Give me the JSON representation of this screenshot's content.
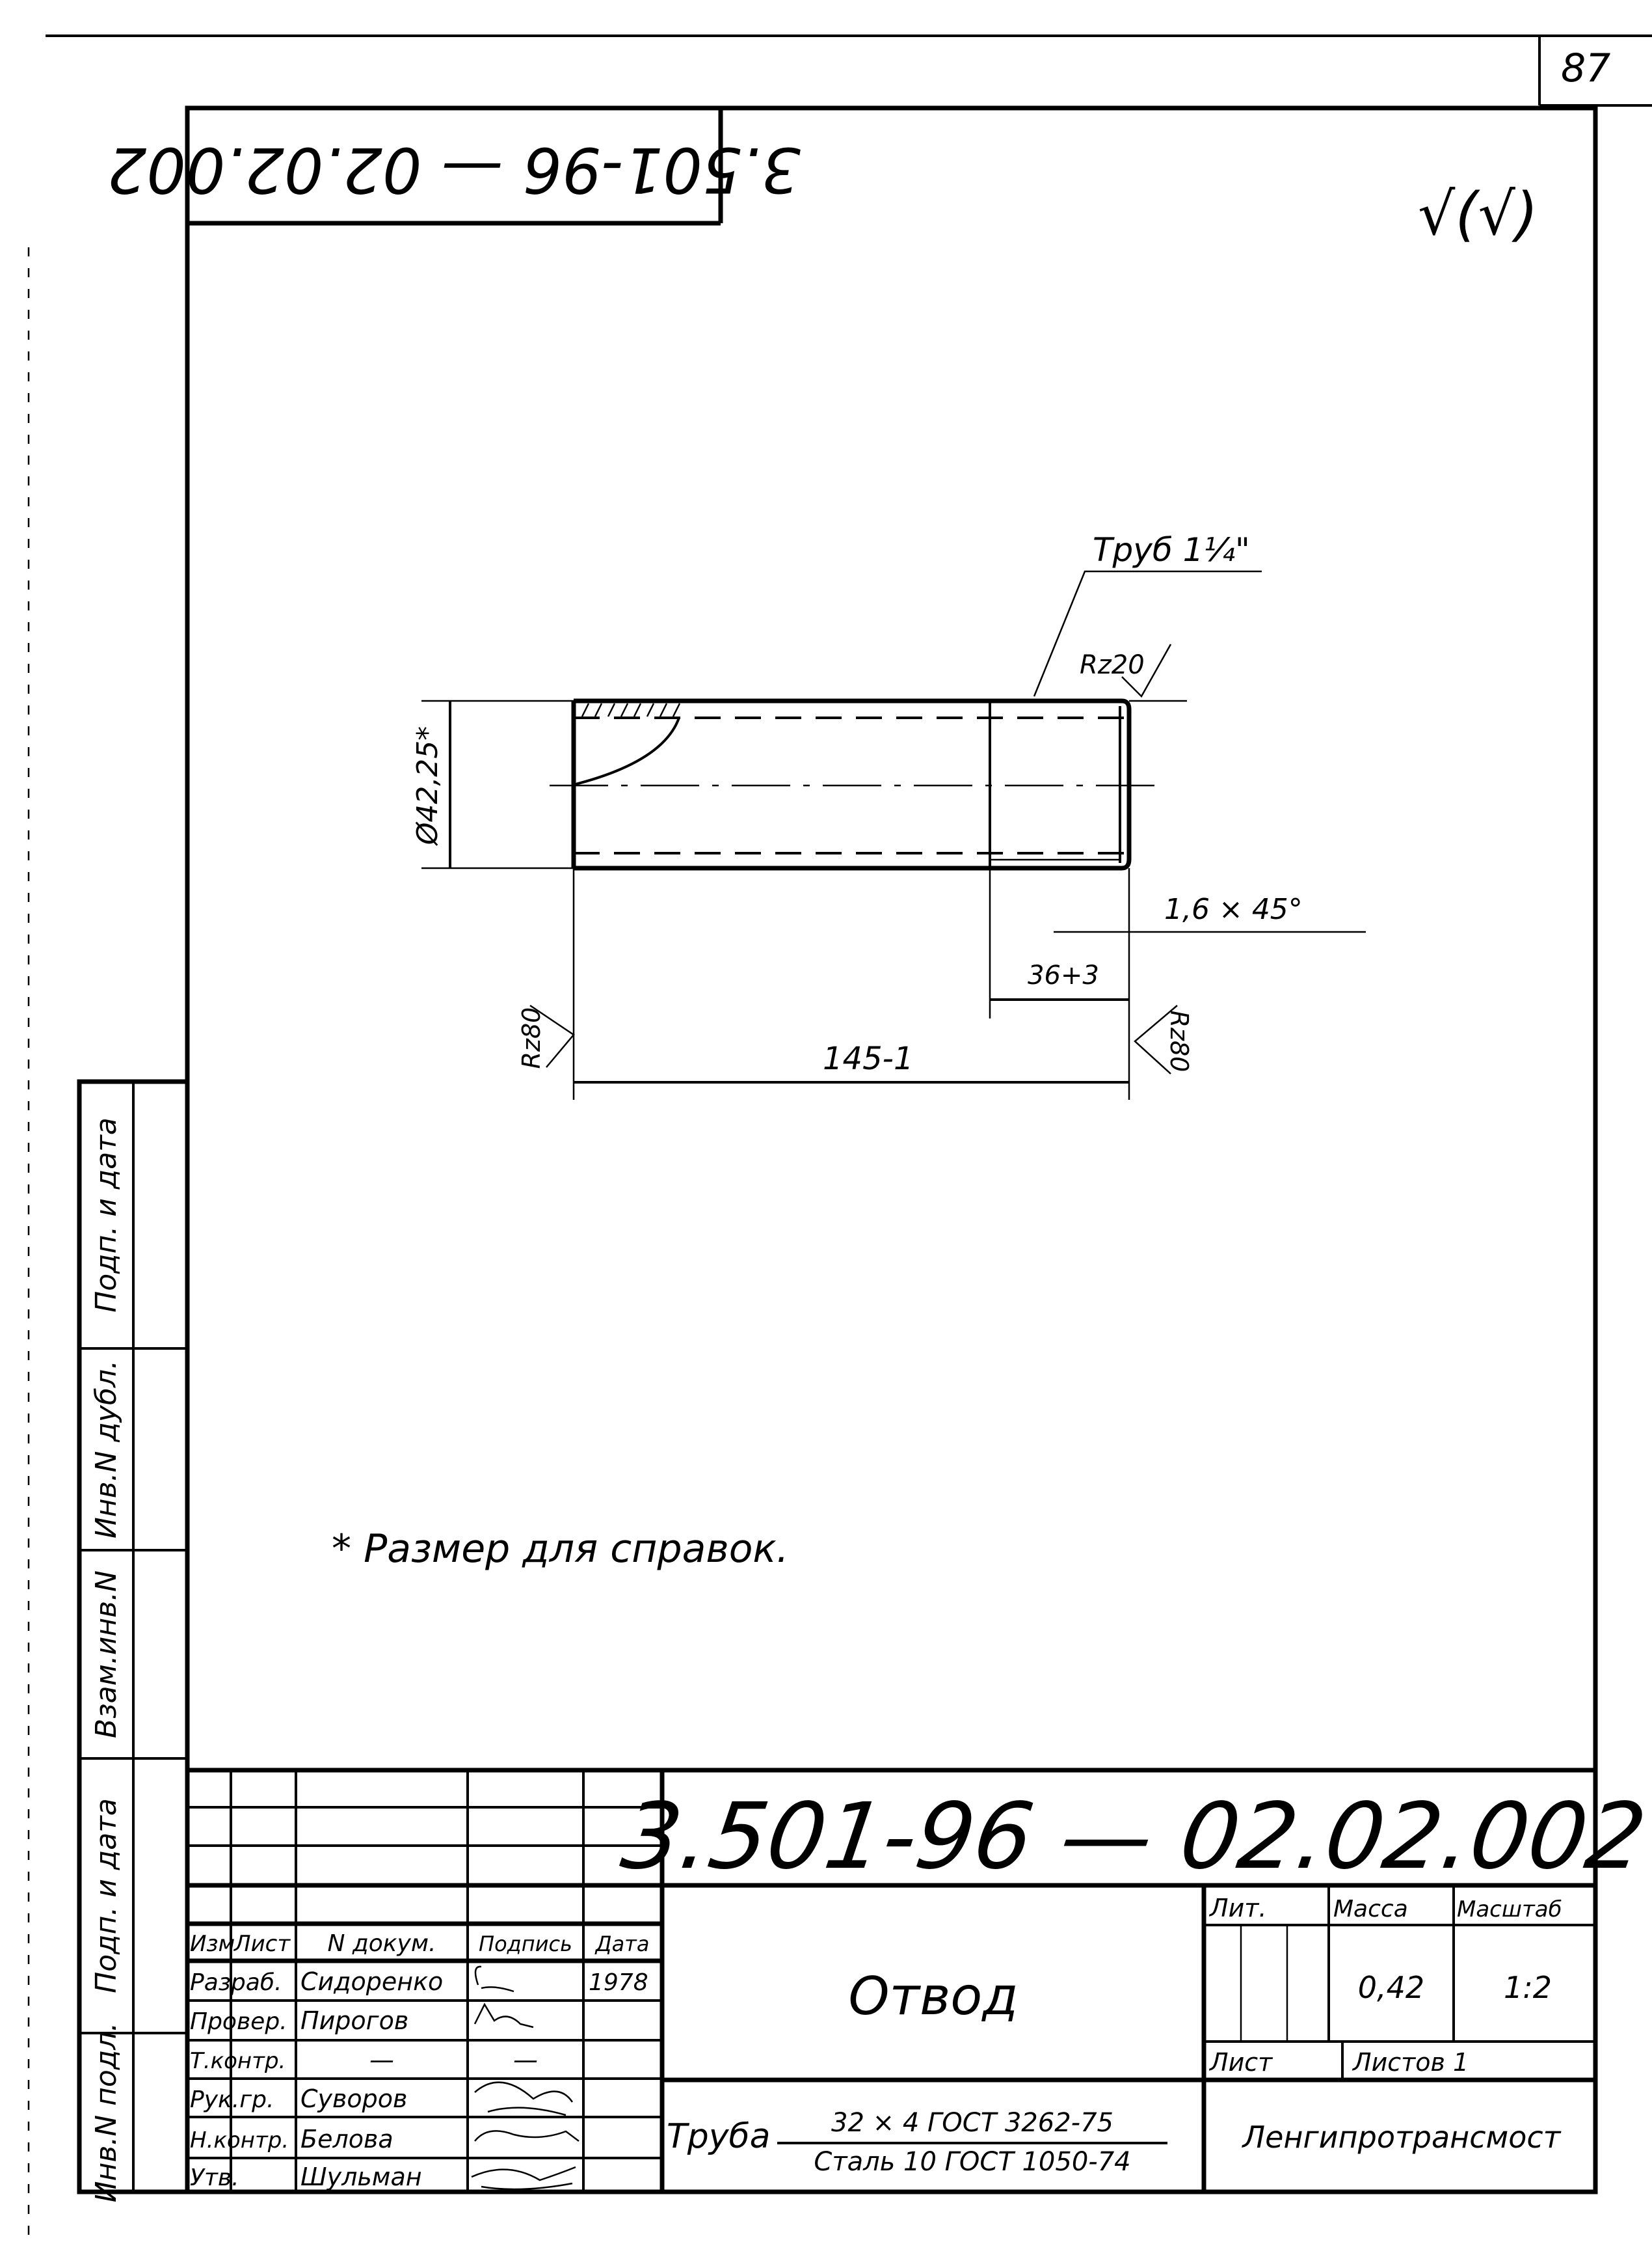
{
  "sheet": {
    "page_number": "87",
    "stamp_rotated": "3.501-96 — 02.02.002",
    "roughness_mark": "√(√)"
  },
  "drawing": {
    "pipe_callout": "Труб 1¼\"",
    "roughness_rz20": "Rz20",
    "diameter": "Ø42,25*",
    "chamfer": "1,6 × 45°",
    "thread_length": "36+3",
    "total_length": "145-1",
    "roughness_left": "Rz80",
    "roughness_right": "Rz80",
    "note": "* Размер для справок."
  },
  "side_strip": {
    "labels": [
      "Инв.N подл.",
      "Подп. и дата",
      "Взам.инв.N",
      "Инв.N дубл.",
      "Подп. и дата"
    ]
  },
  "title_block": {
    "designation": "3.501-96 — 02.02.002",
    "headers": {
      "change": "Изм",
      "sheet": "Лист",
      "doc": "N докум.",
      "signature": "Подпись",
      "date": "Дата"
    },
    "rows": [
      {
        "role": "Разраб.",
        "name": "Сидоренко",
        "date": "1978"
      },
      {
        "role": "Провер.",
        "name": "Пирогов",
        "date": ""
      },
      {
        "role": "Т.контр.",
        "name": "—",
        "date": ""
      },
      {
        "role": "Рук.гр.",
        "name": "Суворов",
        "date": ""
      },
      {
        "role": "Н.контр.",
        "name": "Белова",
        "date": ""
      },
      {
        "role": "Утв.",
        "name": "Шульман",
        "date": ""
      }
    ],
    "t_control_sig": "—",
    "part_name": "Отвод",
    "lit_label": "Лит.",
    "mass_label": "Масса",
    "scale_label": "Масштаб",
    "mass": "0,42",
    "scale": "1:2",
    "sheet_label": "Лист",
    "sheets_label": "Листов 1",
    "material_prefix": "Труба",
    "material_top": "32 × 4  ГОСТ 3262-75",
    "material_bottom": "Сталь 10 ГОСТ 1050-74",
    "organization": "Ленгипротрансмост"
  }
}
